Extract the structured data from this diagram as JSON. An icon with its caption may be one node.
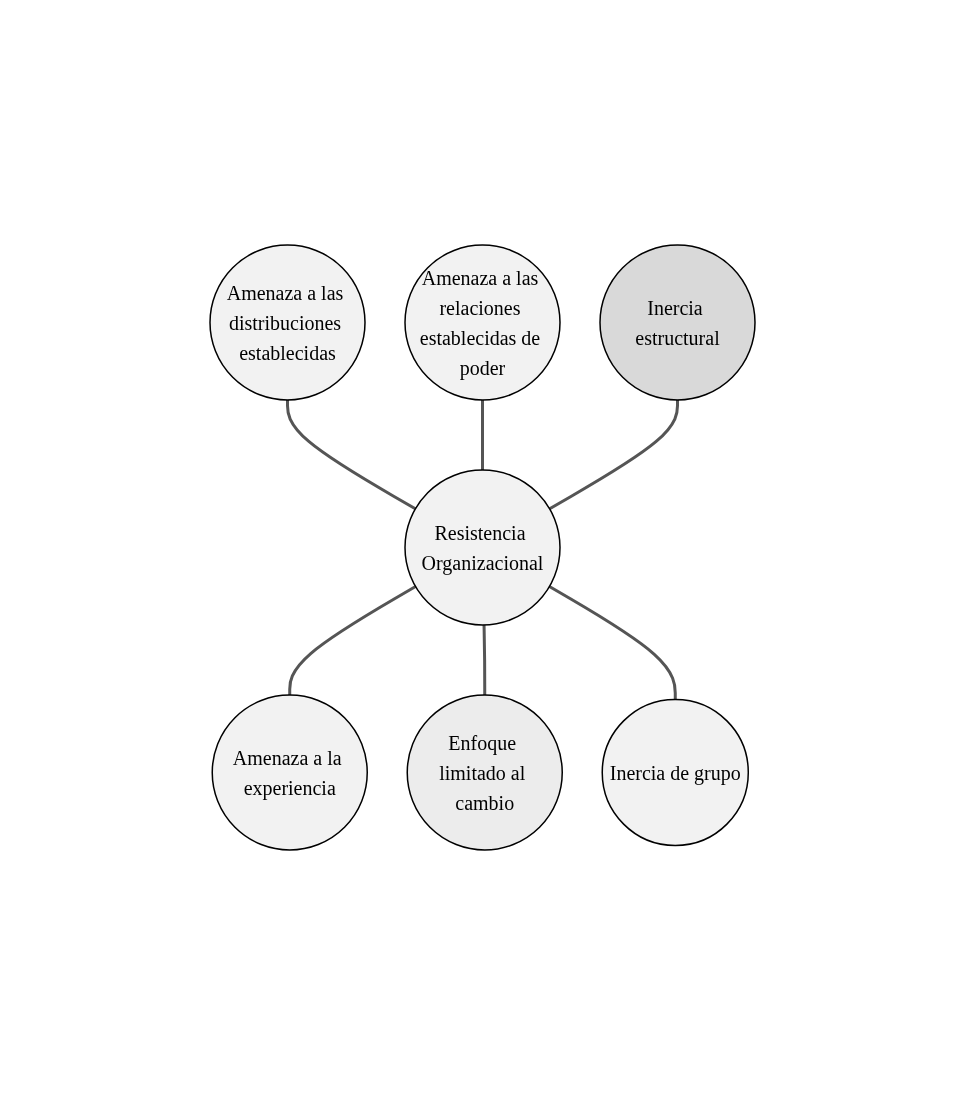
{
  "diagram": {
    "nodes": [
      {
        "text": [
          "Amenaza a las distribuciones establecidas"
        ]
      },
      {
        "text": [
          "Amenaza a las relaciones establecidas de poder"
        ]
      },
      {
        "text": [
          "Inercia estructural"
        ]
      },
      {
        "text": [
          "Resistencia Organizacional"
        ]
      },
      {
        "text": [
          "Amenaza a la experiencia"
        ]
      },
      {
        "text": [
          "Enfoque limitado al cambio"
        ]
      },
      {
        "text": [
          "Inercia de grupo"
        ]
      }
    ],
    "edges": [
      {
        "from": 0,
        "to": 3,
        "arrow": "none"
      },
      {
        "from": 1,
        "to": 3,
        "arrow": "none"
      },
      {
        "from": 2,
        "to": 3,
        "arrow": "none"
      },
      {
        "from": 3,
        "to": 4,
        "arrow": "none"
      },
      {
        "from": 3,
        "to": 5,
        "arrow": "none"
      },
      {
        "from": 3,
        "to": 6,
        "arrow": "none"
      }
    ]
  }
}
